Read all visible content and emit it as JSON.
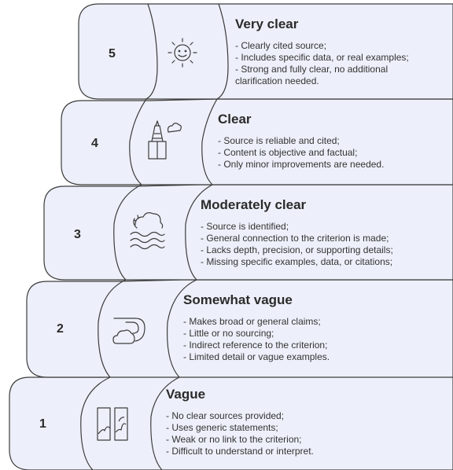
{
  "levels": [
    {
      "number": "5",
      "title": "Very clear",
      "icon": "sun-face-icon",
      "lines": [
        "- Clearly cited source;",
        "- Includes specific data, or real examples;",
        "- Strong and fully clear, no additional",
        "clarification needed."
      ]
    },
    {
      "number": "4",
      "title": "Clear",
      "icon": "lighthouse-icon",
      "lines": [
        "- Source is reliable and cited;",
        "- Content is objective and factual;",
        "- Only minor improvements are needed."
      ]
    },
    {
      "number": "3",
      "title": "Moderately clear",
      "icon": "sunrise-over-water-icon",
      "lines": [
        "- Source is identified;",
        "- General connection to the criterion is made;",
        "- Lacks depth, precision, or supporting details;",
        "- Missing specific examples, data, or citations;"
      ]
    },
    {
      "number": "2",
      "title": "Somewhat vague",
      "icon": "wind-cloud-icon",
      "lines": [
        "- Makes broad or general claims;",
        "- Little or no sourcing;",
        "- Indirect reference to the criterion;",
        "- Limited detail or vague examples."
      ]
    },
    {
      "number": "1",
      "title": "Vague",
      "icon": "fog-panels-icon",
      "lines": [
        "- No clear sources provided;",
        "- Uses generic statements;",
        "- Weak or no link to the criterion;",
        "- Difficult to understand or interpret."
      ]
    }
  ],
  "colors": {
    "fill": "#edf0fa",
    "stroke": "#3c3c3c",
    "text": "#2b2b2b"
  }
}
